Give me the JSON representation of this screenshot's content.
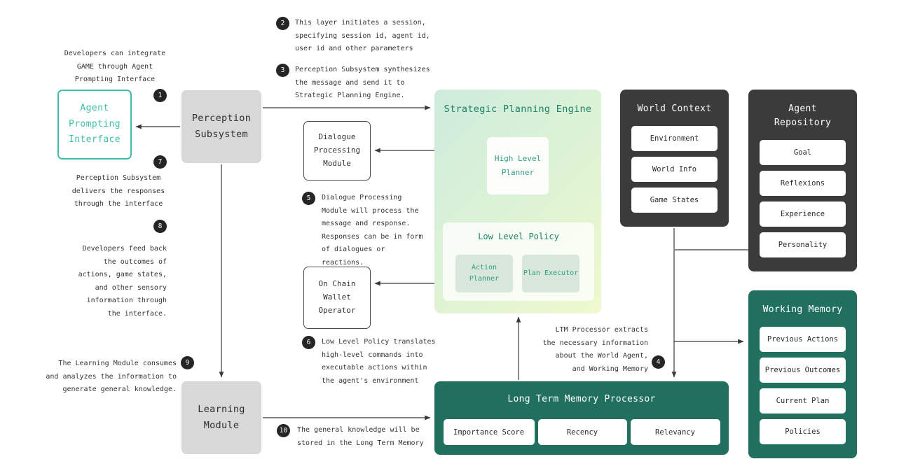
{
  "colors": {
    "accent_teal": "#3fbfa9",
    "panel_dark": "#3b3b3b",
    "panel_teal": "#21705f",
    "node_gray": "#d8d8d8",
    "spe_gradient_start": "#cdebdc",
    "spe_gradient_end": "#eef8cd",
    "spe_title_green": "#1c8066",
    "step_badge": "#252525",
    "connector": "#3a3a3a"
  },
  "nodes": {
    "agent_prompting_interface": {
      "label": "Agent Prompting Interface"
    },
    "perception_subsystem": {
      "label": "Perception Subsystem"
    },
    "learning_module": {
      "label": "Learning Module"
    },
    "dialogue_processing_module": {
      "label": "Dialogue Processing Module"
    },
    "on_chain_wallet_operator": {
      "label": "On Chain Wallet Operator"
    }
  },
  "strategic_planning_engine": {
    "title": "Strategic Planning Engine",
    "high_level_planner": "High Level Planner",
    "low_level_policy": {
      "title": "Low Level Policy",
      "items": [
        "Action Planner",
        "Plan Executor"
      ]
    }
  },
  "panels": {
    "world_context": {
      "title": "World Context",
      "items": [
        "Environment",
        "World Info",
        "Game States"
      ]
    },
    "agent_repository": {
      "title": "Agent Repository",
      "items": [
        "Goal",
        "Reflexions",
        "Experience",
        "Personality"
      ]
    },
    "working_memory": {
      "title": "Working Memory",
      "items": [
        "Previous Actions",
        "Previous Outcomes",
        "Current Plan",
        "Policies"
      ]
    },
    "long_term_memory_processor": {
      "title": "Long Term Memory Processor",
      "items": [
        "Importance Score",
        "Recency",
        "Relevancy"
      ]
    }
  },
  "annotations": [
    {
      "n": "1",
      "text": "Developers can integrate GAME through Agent Prompting Interface"
    },
    {
      "n": "2",
      "text": "This layer initiates a session, specifying session id, agent id, user id and other parameters"
    },
    {
      "n": "3",
      "text": "Perception Subsystem synthesizes the message and send it to Strategic Planning Engine."
    },
    {
      "n": "4",
      "text": "LTM Processor extracts the necessary information about the World Agent, and Working Memory"
    },
    {
      "n": "5",
      "text": "Dialogue Processing Module will process the message and response. Responses can be in form of dialogues or reactions."
    },
    {
      "n": "6",
      "text": "Low Level Policy translates high-level commands into executable actions within the agent's environment"
    },
    {
      "n": "7",
      "text": "Perception Subsystem delivers the responses through the interface"
    },
    {
      "n": "8",
      "text": "Developers feed back the outcomes of actions, game states, and other sensory information through the interface."
    },
    {
      "n": "9",
      "text": "The Learning Module consumes and analyzes the information to generate general knowledge."
    },
    {
      "n": "10",
      "text": "The general knowledge will be stored in the Long Term Memory"
    }
  ]
}
